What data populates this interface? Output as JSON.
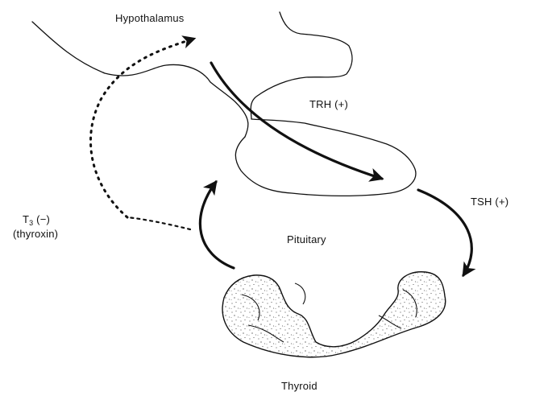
{
  "labels": {
    "hypothalamus": "Hypothalamus",
    "trh": "TRH (+)",
    "tsh": "TSH (+)",
    "t3_base": "T",
    "t3_sub": "3",
    "t3_sign": " (−)",
    "thyroxin": "(thyroxin)",
    "pituitary": "Pituitary",
    "thyroid": "Thyroid"
  },
  "colors": {
    "ink": "#111111",
    "background": "#ffffff"
  }
}
